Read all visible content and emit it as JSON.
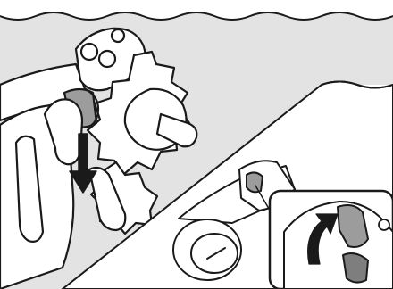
{
  "figure": {
    "panels": [
      {
        "id": "main",
        "action": "press-lever-down",
        "arrow": "down"
      },
      {
        "id": "detail",
        "action": "lift-lever-up",
        "arrow": "curved-up"
      }
    ],
    "colors": {
      "line": "#1a1a1a",
      "shade": "#d2d2d2",
      "lever": "#9c9c9c",
      "lever_dark": "#7e7e7e",
      "panel_bg": "#ffffff",
      "water_band": "#e3e3e3",
      "arrow_fill": "#1a1a1a"
    }
  }
}
